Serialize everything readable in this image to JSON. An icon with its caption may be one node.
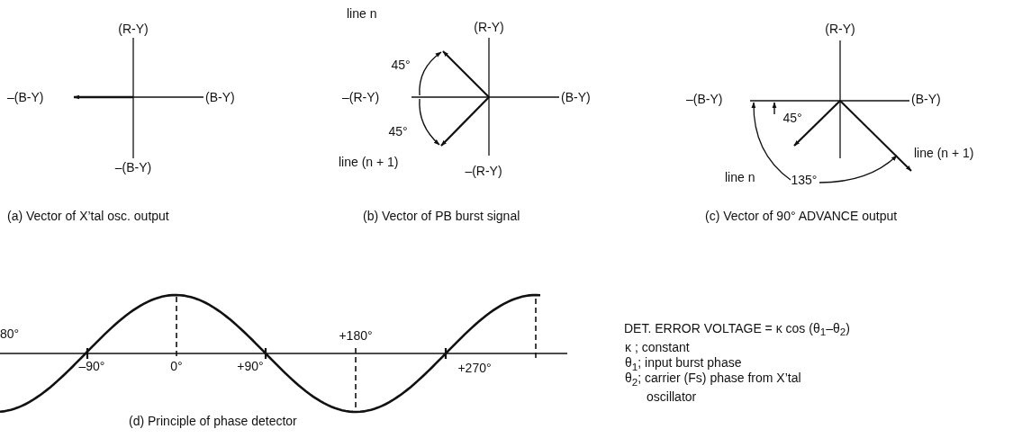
{
  "diagram": {
    "labels": [
      "(R-Y)",
      "–(B-Y)",
      "(B-Y)",
      "–(B-Y)",
      "(a) Vector of X’tal osc. output",
      "line  n",
      "(R-Y)",
      "45°",
      "–(R-Y)",
      "(B-Y)",
      "45°",
      "line (n + 1)",
      "–(R-Y)",
      "(b) Vector of PB burst signal",
      "(R-Y)",
      "–(B-Y)",
      "(B-Y)",
      "45°",
      "line (n + 1)",
      "line  n",
      "135°",
      "(c) Vector of 90° ADVANCE output",
      "80°",
      "+180°",
      "–90°",
      "0°",
      "+90°",
      "+270°",
      "(d) Principle of phase detector",
      "DET. ERROR VOLTAGE = κ cos (θ$_{1}$–θ$_{2}$)",
      "κ  ; constant",
      "θ$_{1}$; input burst phase",
      "θ$_{2}$; carrier (Fs) phase from X’tal oscillator"
    ]
  }
}
